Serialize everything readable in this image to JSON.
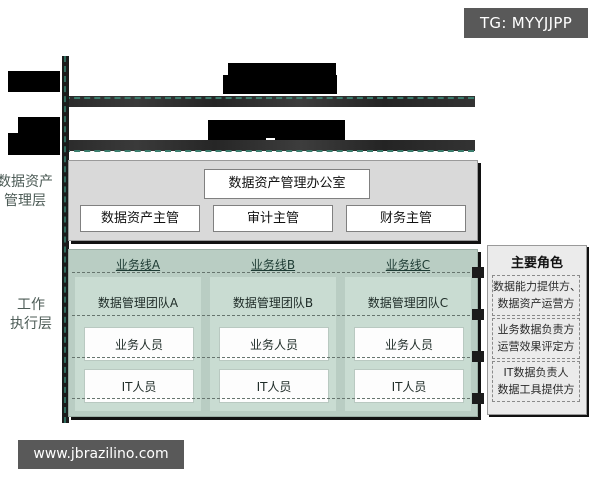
{
  "watermarks": {
    "tg_badge": "TG: MYYJJPP",
    "site_badge": "www.jbrazilino.com"
  },
  "layer_labels": {
    "management": "数据资产<br>管理层",
    "management_line1": "数据资产",
    "management_line2": "管理层",
    "execution_line1": "工作",
    "execution_line2": "执行层"
  },
  "management_layer": {
    "office": "数据资产管理办公室",
    "roles": [
      "数据资产主管",
      "审计主管",
      "财务主管"
    ]
  },
  "execution_layer": {
    "columns": [
      {
        "title": "业务线A",
        "team": "数据管理团队A",
        "business_staff": "业务人员",
        "it_staff": "IT人员"
      },
      {
        "title": "业务线B",
        "team": "数据管理团队B",
        "business_staff": "业务人员",
        "it_staff": "IT人员"
      },
      {
        "title": "业务线C",
        "team": "数据管理团队C",
        "business_staff": "业务人员",
        "it_staff": "IT人员"
      }
    ]
  },
  "roles_panel": {
    "title": "主要角色",
    "groups": [
      {
        "line1": "数据能力提供方、",
        "line2": "数据资产运营方"
      },
      {
        "line1": "业务数据负责方",
        "line2": "运营效果评定方"
      },
      {
        "line1": "IT数据负责人",
        "line2": "数据工具提供方"
      }
    ]
  },
  "colors": {
    "management_panel": "#d9d9d9",
    "execution_panel": "#b9cdc3",
    "execution_column": "#c9dcd2",
    "roles_panel": "#ebebeb",
    "badge": "#595959",
    "dash_teal": "#3b7d6d",
    "redaction": "#000000"
  }
}
